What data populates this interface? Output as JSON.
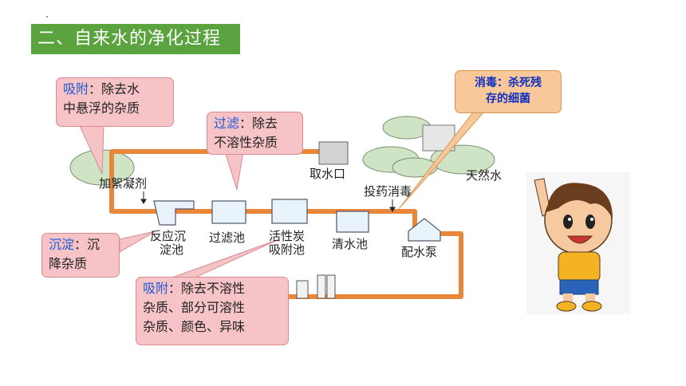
{
  "title": "二、自来水的净化过程",
  "diagram": {
    "labels": {
      "intake": "取水口",
      "natural_water": "天然水",
      "flocculant": "加絮凝剂",
      "disinfectant_dosing": "投药消毒",
      "reaction_settling_1": "反应沉",
      "reaction_settling_2": "淀池",
      "filter_tank": "过滤池",
      "carbon_1": "活性炭",
      "carbon_2": "吸附池",
      "clear_water": "清水池",
      "pump": "配水泵"
    }
  },
  "callouts": {
    "adsorb1": {
      "key": "吸附",
      "line1_rest": "：除去水",
      "line2": "中悬浮的杂质"
    },
    "filter": {
      "key": "过滤",
      "line1_rest": "：除去",
      "line2": "不溶性杂质"
    },
    "settle": {
      "key": "沉淀",
      "line1_rest": "：沉",
      "line2": "降杂质"
    },
    "adsorb2": {
      "key": "吸附",
      "line1_rest": "：除去不溶性",
      "line2": "杂质、部分可溶性",
      "line3": "杂质、颜色、异味"
    },
    "disinfect": {
      "line1": "消毒：杀死残",
      "line2": "存的细菌"
    }
  },
  "colors": {
    "title_bg": "#5aa33e",
    "pipe": "#e8873a",
    "callout_pink": "#f6c3c6",
    "callout_orange": "#f8c89a",
    "keyword": "#1e5bd6"
  }
}
